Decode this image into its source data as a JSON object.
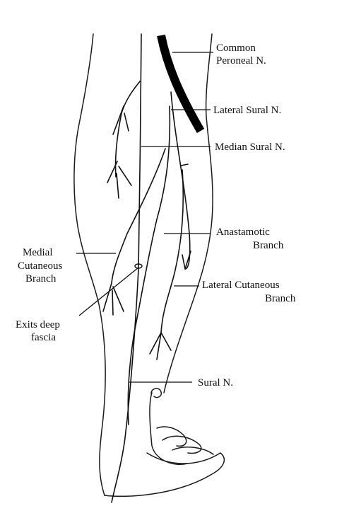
{
  "labels": {
    "common_peroneal": [
      "Common",
      "Peroneal N."
    ],
    "lateral_sural": "Lateral Sural N.",
    "median_sural": "Median Sural N.",
    "anastamotic": [
      "Anastamotic",
      "Branch"
    ],
    "medial_cutaneous": [
      "Medial",
      "Cutaneous",
      "Branch"
    ],
    "lateral_cutaneous": [
      "Lateral Cutaneous",
      "Branch"
    ],
    "exits_deep_fascia": [
      "Exits deep",
      "fascia"
    ],
    "sural": "Sural N."
  }
}
